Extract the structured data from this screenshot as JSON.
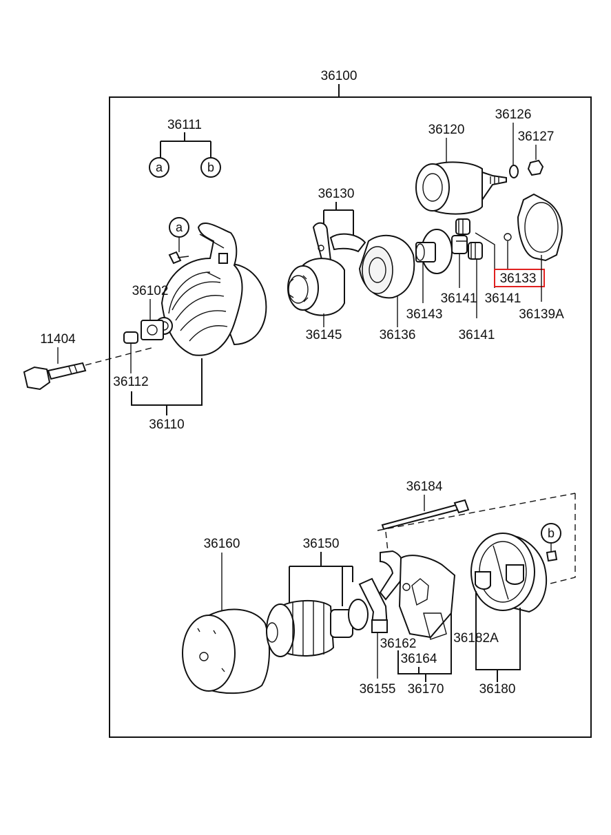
{
  "diagram": {
    "labels": {
      "assembly": "36100",
      "housing_kit": "36111",
      "callout_a_top": "a",
      "callout_b_top": "b",
      "callout_a_housing": "a",
      "callout_b_cover": "b",
      "drive_housing": "36110",
      "bolt": "11404",
      "plate": "36102",
      "bushing": "36112",
      "lever_set": "36130",
      "clutch": "36145",
      "gear_housing": "36136",
      "shaft": "36143",
      "idler_gear_top": "36141",
      "idler_gear_mid": "36141",
      "idler_gear_bottom": "36141",
      "ball": "36133",
      "gasket": "36139A",
      "solenoid": "36120",
      "washer": "36126",
      "nut": "36127",
      "through_bolt": "36184",
      "yoke": "36160",
      "armature": "36150",
      "brush_spring": "36155",
      "brush_holder_a": "36162",
      "brush_holder_b": "36164",
      "brush_holder_set": "36170",
      "end_frame_bush": "36182A",
      "end_frame": "36180"
    },
    "highlight": {
      "target": "36133",
      "color": "#e0201f"
    }
  }
}
